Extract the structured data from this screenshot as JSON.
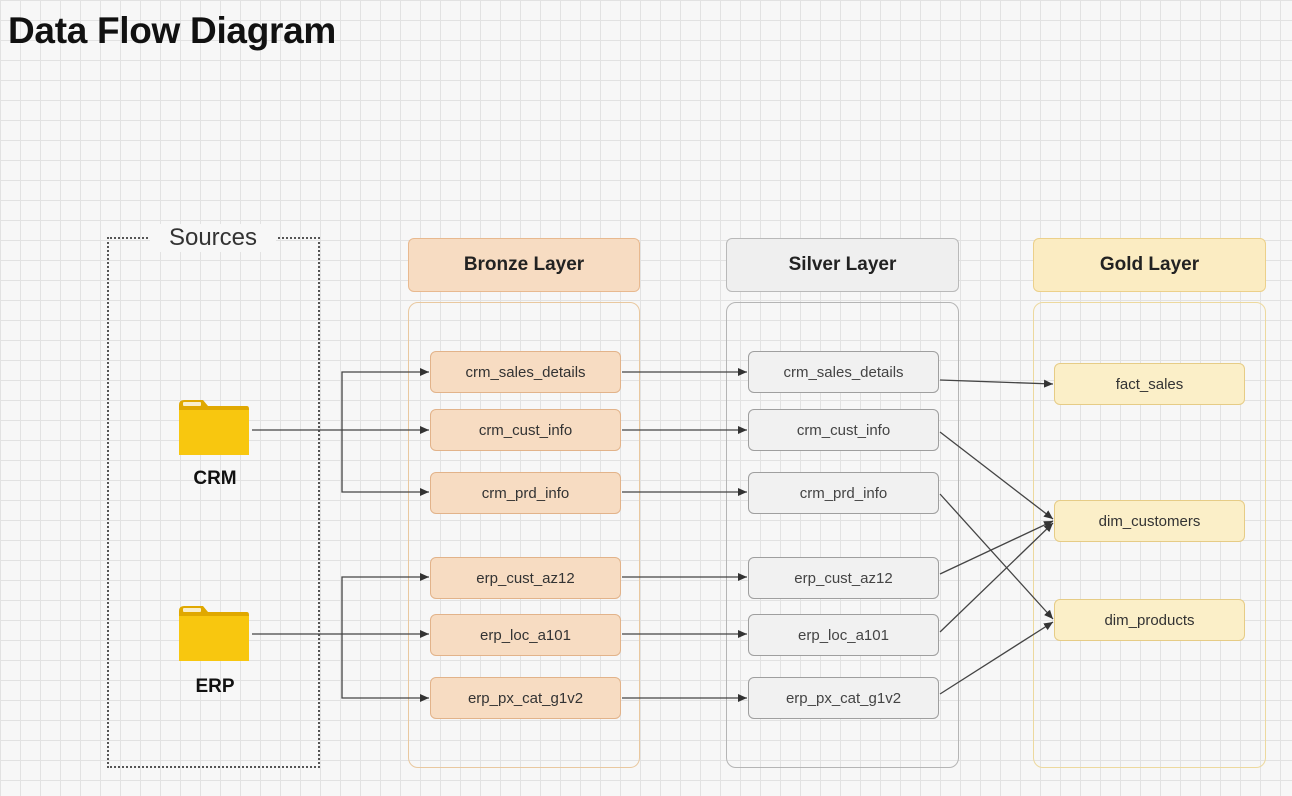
{
  "title": "Data Flow Diagram",
  "sources": {
    "label": "Sources",
    "items": [
      {
        "name": "CRM",
        "icon": "folder-icon"
      },
      {
        "name": "ERP",
        "icon": "folder-icon"
      }
    ]
  },
  "layers": {
    "bronze": {
      "title": "Bronze Layer",
      "tables": [
        "crm_sales_details",
        "crm_cust_info",
        "crm_prd_info",
        "erp_cust_az12",
        "erp_loc_a101",
        "erp_px_cat_g1v2"
      ]
    },
    "silver": {
      "title": "Silver Layer",
      "tables": [
        "crm_sales_details",
        "crm_cust_info",
        "crm_prd_info",
        "erp_cust_az12",
        "erp_loc_a101",
        "erp_px_cat_g1v2"
      ]
    },
    "gold": {
      "title": "Gold Layer",
      "tables": [
        "fact_sales",
        "dim_customers",
        "dim_products"
      ]
    }
  },
  "colors": {
    "bronze": "#f7dcc2",
    "silver": "#f1f1f1",
    "gold": "#fbefc8",
    "folder": "#f5c518",
    "connector": "#444444"
  }
}
